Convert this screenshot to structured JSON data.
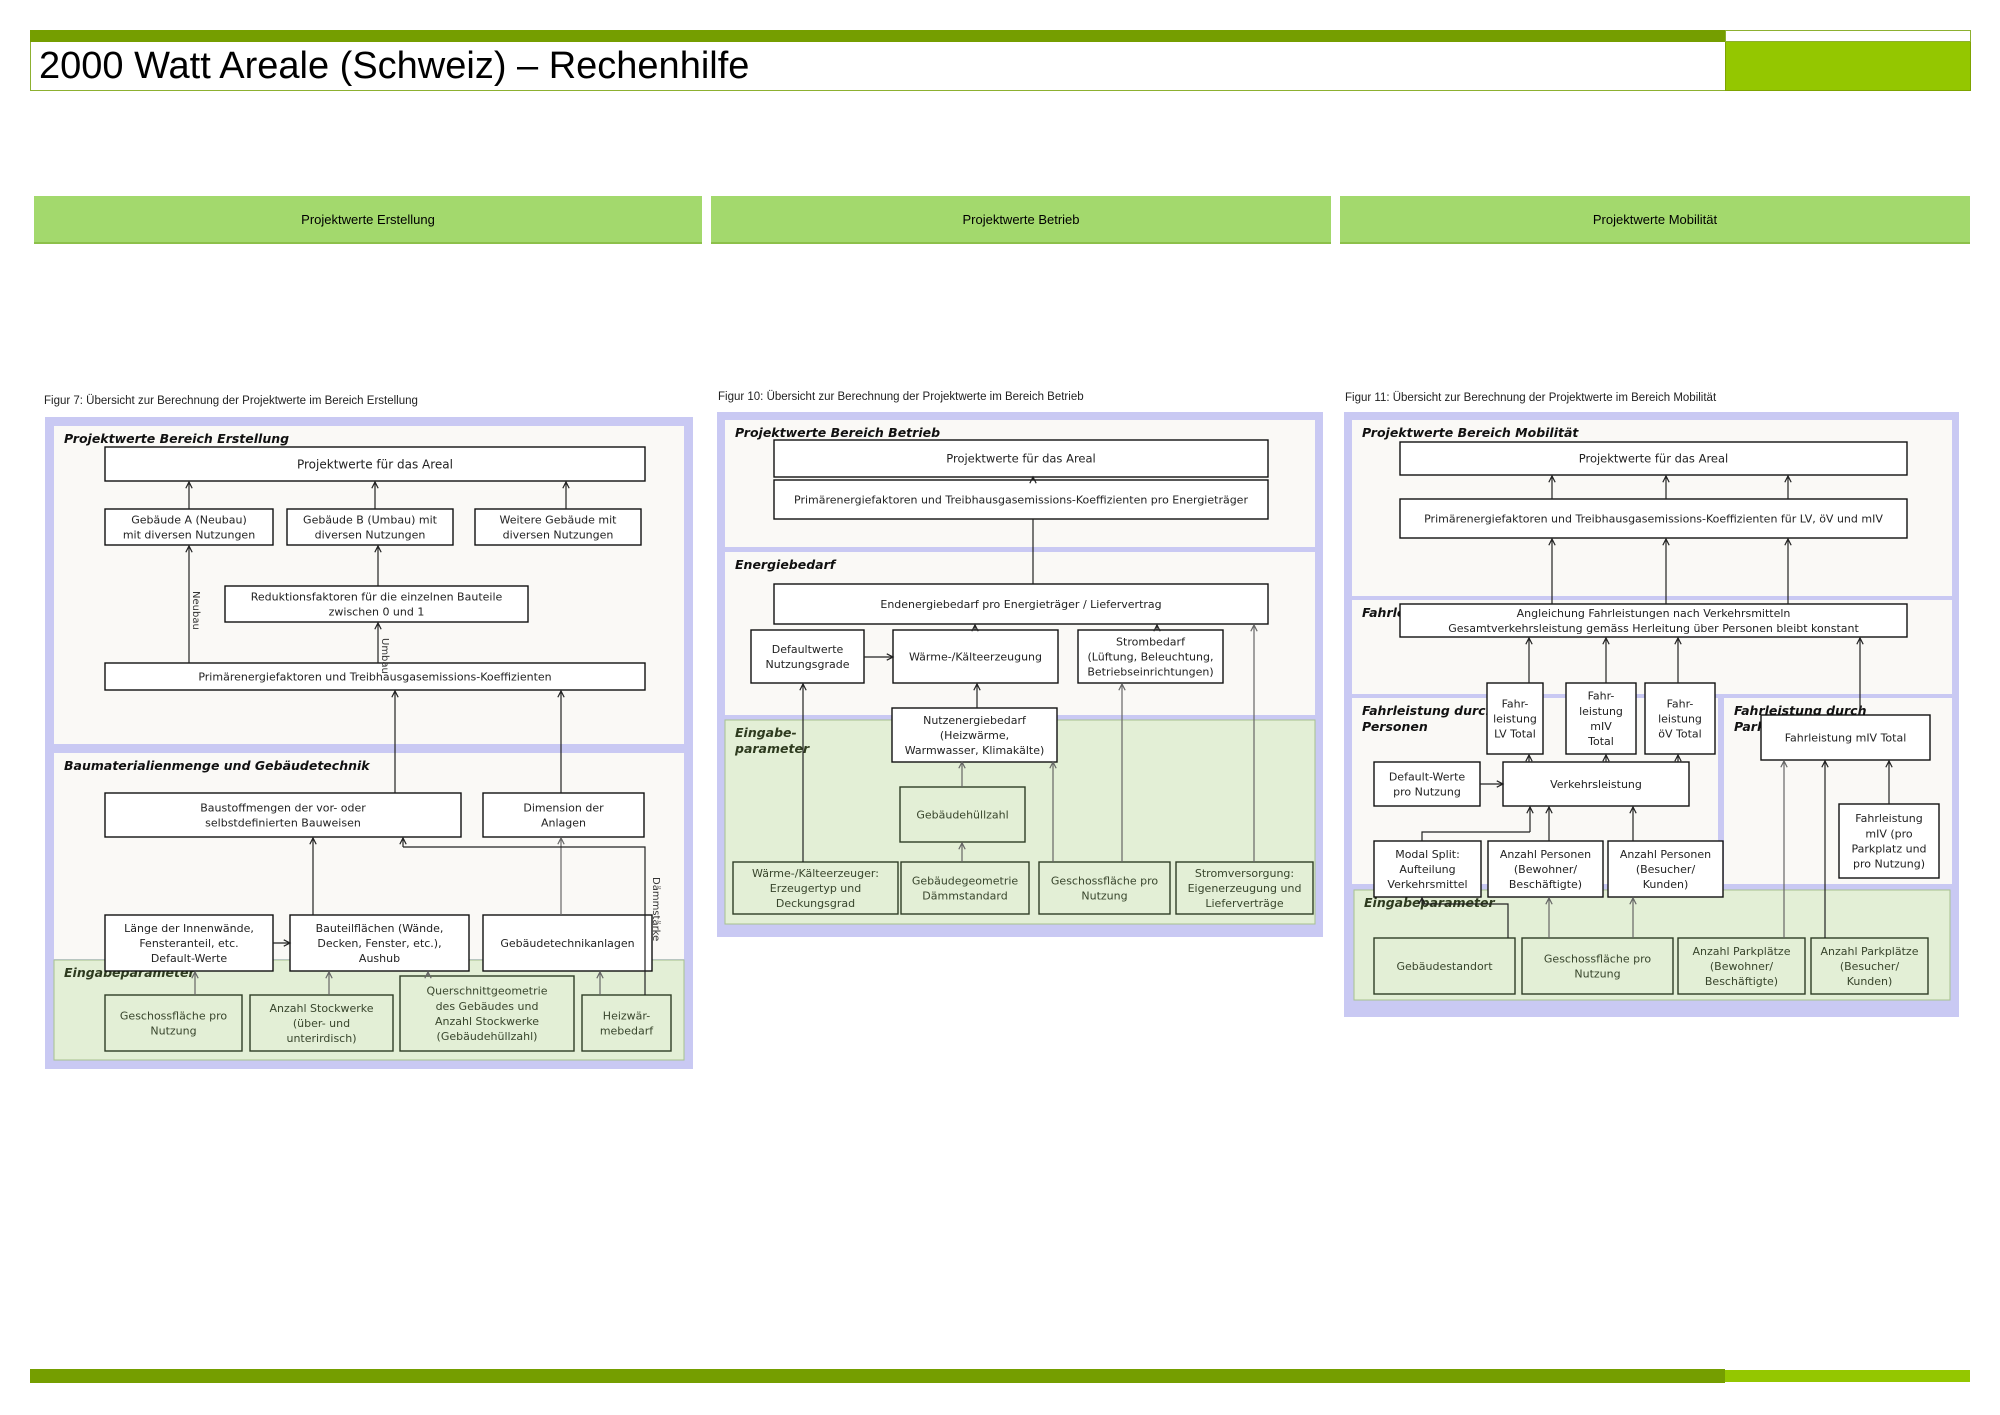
{
  "header": {
    "title": "2000 Watt Areale (Schweiz) – Rechenhilfe"
  },
  "nav": {
    "buttons": [
      {
        "label": "Projektwerte Erstellung"
      },
      {
        "label": "Projektwerte Betrieb"
      },
      {
        "label": "Projektwerte Mobilität"
      }
    ]
  },
  "colors": {
    "header_bar": "#759e00",
    "header_accent": "#94c700",
    "nav_button": "#a3d96d",
    "diagram_frame": "#c9c9f3",
    "diagram_panel": "#faf9f6",
    "input_zone": "#e3efd6"
  },
  "figures": [
    {
      "id": "erstellung",
      "caption": "Figur 7: Übersicht zur Berechnung der Projektwerte im Bereich Erstellung",
      "sections": [
        {
          "title": "Projektwerte Bereich Erstellung",
          "type": "panel"
        },
        {
          "title": "Baumaterialienmenge und Gebäudetechnik",
          "type": "panel"
        },
        {
          "title": "Eingabeparameter",
          "type": "input"
        }
      ],
      "boxes": [
        {
          "key": "areal",
          "lines": [
            "Projektwerte für das Areal"
          ]
        },
        {
          "key": "geb_a",
          "lines": [
            "Gebäude A (Neubau)",
            "mit diversen Nutzungen"
          ]
        },
        {
          "key": "geb_b",
          "lines": [
            "Gebäude B (Umbau) mit",
            "diversen Nutzungen"
          ]
        },
        {
          "key": "geb_w",
          "lines": [
            "Weitere Gebäude mit",
            "diversen Nutzungen"
          ]
        },
        {
          "key": "reduktion",
          "lines": [
            "Reduktionsfaktoren für die einzelnen Bauteile",
            "zwischen 0 und 1"
          ]
        },
        {
          "key": "primaer",
          "lines": [
            "Primärenergiefaktoren und Treibhausgasemissions-Koeffizienten"
          ]
        },
        {
          "key": "baustoff",
          "lines": [
            "Baustoffmengen der vor- oder",
            "selbstdefinierten Bauweisen"
          ]
        },
        {
          "key": "dimension",
          "lines": [
            "Dimension der",
            "Anlagen"
          ]
        },
        {
          "key": "laenge",
          "lines": [
            "Länge der Innenwände,",
            "Fensteranteil, etc.",
            "Default-Werte"
          ]
        },
        {
          "key": "bauteil",
          "lines": [
            "Bauteilflächen (Wände,",
            "Decken, Fenster, etc.),",
            "Aushub"
          ]
        },
        {
          "key": "gtechnik",
          "lines": [
            "Gebäudetechnikanlagen"
          ]
        },
        {
          "key": "geschoss",
          "lines": [
            "Geschossfläche pro",
            "Nutzung"
          ]
        },
        {
          "key": "stockwerke",
          "lines": [
            "Anzahl Stockwerke",
            "(über- und",
            "unterirdisch)"
          ]
        },
        {
          "key": "querschnitt",
          "lines": [
            "Querschnittgeometrie",
            "des Gebäudes und",
            "Anzahl Stockwerke",
            "(Gebäudehüllzahl)"
          ]
        },
        {
          "key": "heizwaerme",
          "lines": [
            "Heizwär-",
            "mebedarf"
          ]
        }
      ],
      "edge_labels": [
        "Neubau",
        "Umbau",
        "Dämmstärke"
      ]
    },
    {
      "id": "betrieb",
      "caption": "Figur 10: Übersicht zur Berechnung der Projektwerte im Bereich Betrieb",
      "sections": [
        {
          "title": "Projektwerte Bereich Betrieb",
          "type": "panel"
        },
        {
          "title": "Energiebedarf",
          "type": "panel"
        },
        {
          "title": "Eingabe-\nparameter",
          "type": "input"
        }
      ],
      "boxes": [
        {
          "key": "areal",
          "lines": [
            "Projektwerte für das Areal"
          ]
        },
        {
          "key": "primaer",
          "lines": [
            "Primärenergiefaktoren und Treibhausgasemissions-Koeffizienten pro Energieträger"
          ]
        },
        {
          "key": "endenergie",
          "lines": [
            "Endenergiebedarf pro Energieträger / Liefervertrag"
          ]
        },
        {
          "key": "default",
          "lines": [
            "Defaultwerte",
            "Nutzungsgrade"
          ]
        },
        {
          "key": "waerme",
          "lines": [
            "Wärme-/Kälteerzeugung"
          ]
        },
        {
          "key": "strom",
          "lines": [
            "Strombedarf",
            "(Lüftung, Beleuchtung,",
            "Betriebseinrichtungen)"
          ]
        },
        {
          "key": "nutzenergie",
          "lines": [
            "Nutzenergiebedarf",
            "(Heizwärme,",
            "Warmwasser, Klimakälte)"
          ]
        },
        {
          "key": "huellzahl",
          "lines": [
            "Gebäudehüllzahl"
          ]
        },
        {
          "key": "erzeuger",
          "lines": [
            "Wärme-/Kälteerzeuger:",
            "Erzeugertyp und",
            "Deckungsgrad"
          ]
        },
        {
          "key": "geometrie",
          "lines": [
            "Gebäudegeometrie",
            "Dämmstandard"
          ]
        },
        {
          "key": "geschoss",
          "lines": [
            "Geschossfläche pro",
            "Nutzung"
          ]
        },
        {
          "key": "stromvers",
          "lines": [
            "Stromversorgung:",
            "Eigenerzeugung und",
            "Lieferverträge"
          ]
        }
      ]
    },
    {
      "id": "mobilitaet",
      "caption": "Figur 11: Übersicht zur Berechnung der Projektwerte im Bereich Mobilität",
      "sections": [
        {
          "title": "Projektwerte Bereich Mobilität",
          "type": "panel"
        },
        {
          "title": "Fahrleistung",
          "type": "panel"
        },
        {
          "title": "Fahrleistung durch\nPersonen",
          "type": "panel"
        },
        {
          "title": "Fahrleistung durch\nParkplätze",
          "type": "panel"
        },
        {
          "title": "Eingabeparameter",
          "type": "input"
        }
      ],
      "boxes": [
        {
          "key": "areal",
          "lines": [
            "Projektwerte für das Areal"
          ]
        },
        {
          "key": "primaer",
          "lines": [
            "Primärenergiefaktoren und Treibhausgasemissions-Koeffizienten für LV, öV und mIV"
          ]
        },
        {
          "key": "angleichung",
          "lines": [
            "Angleichung Fahrleistungen nach Verkehrsmitteln",
            "Gesamtverkehrsleistung gemäss Herleitung über Personen bleibt konstant"
          ]
        },
        {
          "key": "lv",
          "lines": [
            "Fahr-",
            "leistung",
            "LV Total"
          ]
        },
        {
          "key": "miv",
          "lines": [
            "Fahr-",
            "leistung",
            "mIV",
            "Total"
          ]
        },
        {
          "key": "ov",
          "lines": [
            "Fahr-",
            "leistung",
            "öV Total"
          ]
        },
        {
          "key": "miv_total",
          "lines": [
            "Fahrleistung mIV Total"
          ]
        },
        {
          "key": "default",
          "lines": [
            "Default-Werte",
            "pro Nutzung"
          ]
        },
        {
          "key": "verkehr",
          "lines": [
            "Verkehrsleistung"
          ]
        },
        {
          "key": "miv_pp",
          "lines": [
            "Fahrleistung",
            "mIV  (pro",
            "Parkplatz und",
            "pro Nutzung)"
          ]
        },
        {
          "key": "modal",
          "lines": [
            "Modal Split:",
            "Aufteilung",
            "Verkehrsmittel"
          ]
        },
        {
          "key": "pers_bew",
          "lines": [
            "Anzahl Personen",
            "(Bewohner/",
            "Beschäftigte)"
          ]
        },
        {
          "key": "pers_bes",
          "lines": [
            "Anzahl Personen",
            "(Besucher/",
            "Kunden)"
          ]
        },
        {
          "key": "standort",
          "lines": [
            "Gebäudestandort"
          ]
        },
        {
          "key": "geschoss",
          "lines": [
            "Geschossfläche pro",
            "Nutzung"
          ]
        },
        {
          "key": "pp_bew",
          "lines": [
            "Anzahl Parkplätze",
            "(Bewohner/",
            "Beschäftigte)"
          ]
        },
        {
          "key": "pp_bes",
          "lines": [
            "Anzahl Parkplätze",
            "(Besucher/",
            "Kunden)"
          ]
        }
      ]
    }
  ]
}
